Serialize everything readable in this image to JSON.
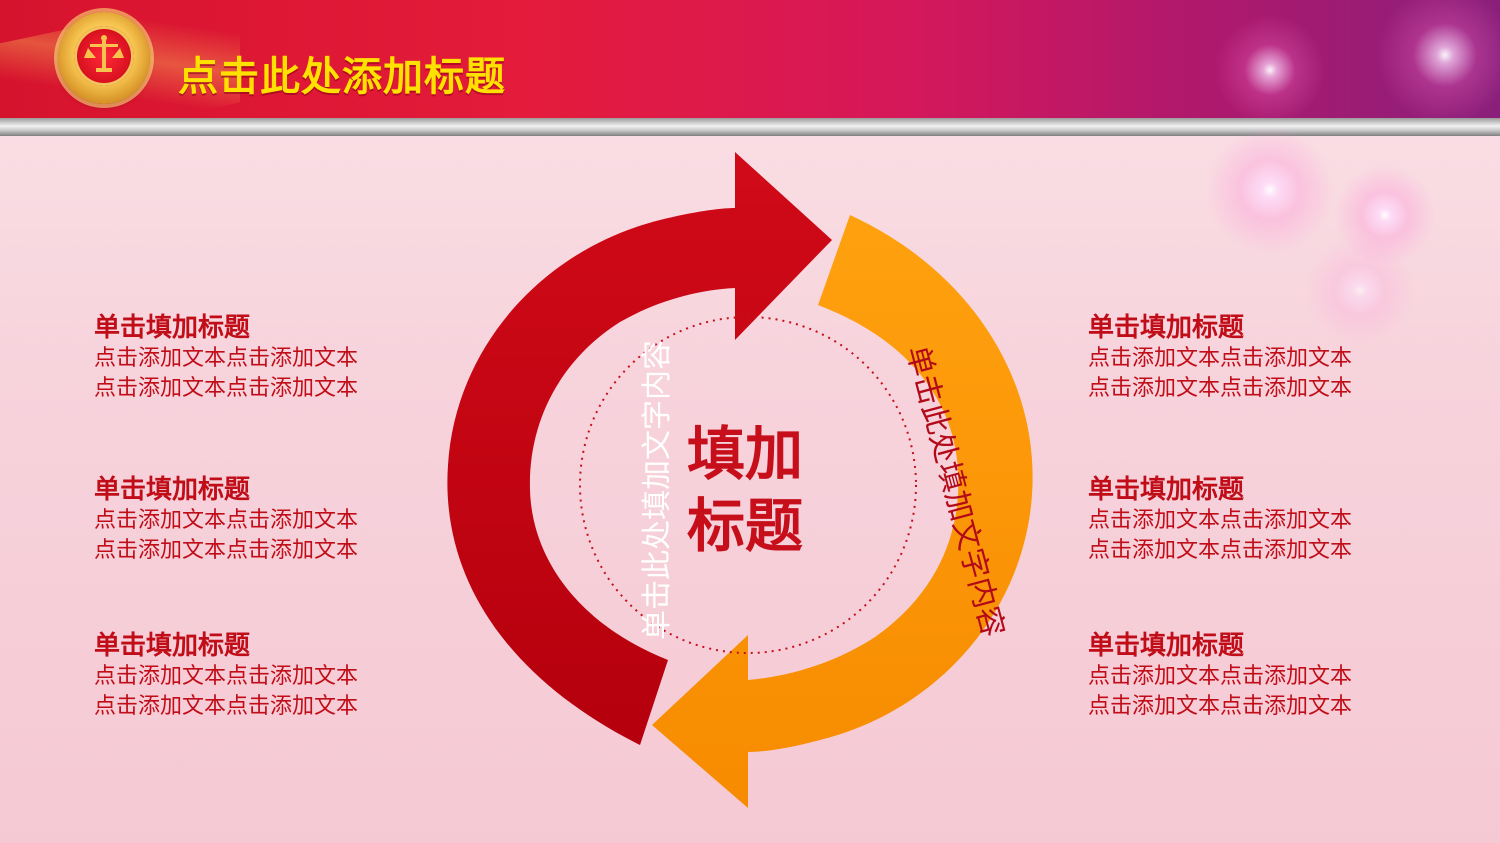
{
  "header": {
    "title": "点击此处添加标题"
  },
  "diagram": {
    "center_title_line1": "填加",
    "center_title_line2": "标题",
    "left_arc_text": "单击此处填加文字内容",
    "right_arc_text": "单击此处填加文字内容",
    "colors": {
      "red_arrow": "#c3000f",
      "orange_arrow": "#ff9900",
      "dotted_circle": "#c60f1a"
    }
  },
  "left_blocks": [
    {
      "title": "单击填加标题",
      "line1": "点击添加文本点击添加文本",
      "line2": "点击添加文本点击添加文本"
    },
    {
      "title": "单击填加标题",
      "line1": "点击添加文本点击添加文本",
      "line2": "点击添加文本点击添加文本"
    },
    {
      "title": "单击填加标题",
      "line1": "点击添加文本点击添加文本",
      "line2": "点击添加文本点击添加文本"
    }
  ],
  "right_blocks": [
    {
      "title": "单击填加标题",
      "line1": "点击添加文本点击添加文本",
      "line2": "点击添加文本点击添加文本"
    },
    {
      "title": "单击填加标题",
      "line1": "点击添加文本点击添加文本",
      "line2": "点击添加文本点击添加文本"
    },
    {
      "title": "单击填加标题",
      "line1": "点击添加文本点击添加文本",
      "line2": "点击添加文本点击添加文本"
    }
  ]
}
